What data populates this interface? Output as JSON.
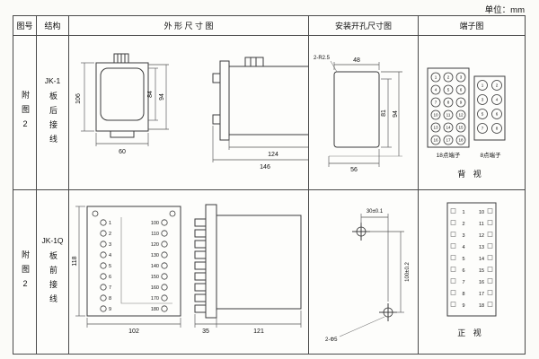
{
  "unit_label": "单位：mm",
  "headers": {
    "fig_no": "图号",
    "structure": "结构",
    "outline": "外 形 尺 寸 图",
    "install": "安装开孔尺寸图",
    "terminal": "端子图"
  },
  "row1": {
    "fig_no": "附图2",
    "model": "JK-1",
    "wiring": "板后接线",
    "outline": {
      "d106": "106",
      "d84": "84",
      "d94": "94",
      "d60": "60",
      "d124": "124",
      "d146": "146"
    },
    "install": {
      "radius": "2-R2.5",
      "d48": "48",
      "d81": "81",
      "d94": "94",
      "d56": "56"
    },
    "terminal": {
      "points18": [
        "1",
        "2",
        "3",
        "4",
        "5",
        "6",
        "7",
        "8",
        "9",
        "10",
        "11",
        "12",
        "13",
        "14",
        "15",
        "16",
        "17",
        "18"
      ],
      "points8": [
        "1",
        "2",
        "3",
        "4",
        "5",
        "6",
        "7",
        "8"
      ],
      "label18": "18点端子",
      "label8": "8点端子",
      "view": "背 视"
    }
  },
  "row2": {
    "fig_no": "附图2",
    "model": "JK-1Q",
    "wiring": "板前接线",
    "outline": {
      "d118": "118",
      "d102": "102",
      "d35": "35",
      "d121": "121",
      "left_terms": [
        "1",
        "2",
        "3",
        "4",
        "5",
        "6",
        "7",
        "8",
        "9"
      ],
      "right_terms": [
        "100",
        "110",
        "120",
        "130",
        "140",
        "150",
        "160",
        "170",
        "180"
      ]
    },
    "install": {
      "d30": "30±0.1",
      "d100": "100±0.2",
      "holes": "2-Φ5"
    },
    "terminal": {
      "left": [
        "1",
        "2",
        "3",
        "4",
        "5",
        "6",
        "7",
        "8",
        "9"
      ],
      "right": [
        "10",
        "11",
        "12",
        "13",
        "14",
        "15",
        "16",
        "17",
        "18"
      ],
      "view": "正 视"
    }
  }
}
